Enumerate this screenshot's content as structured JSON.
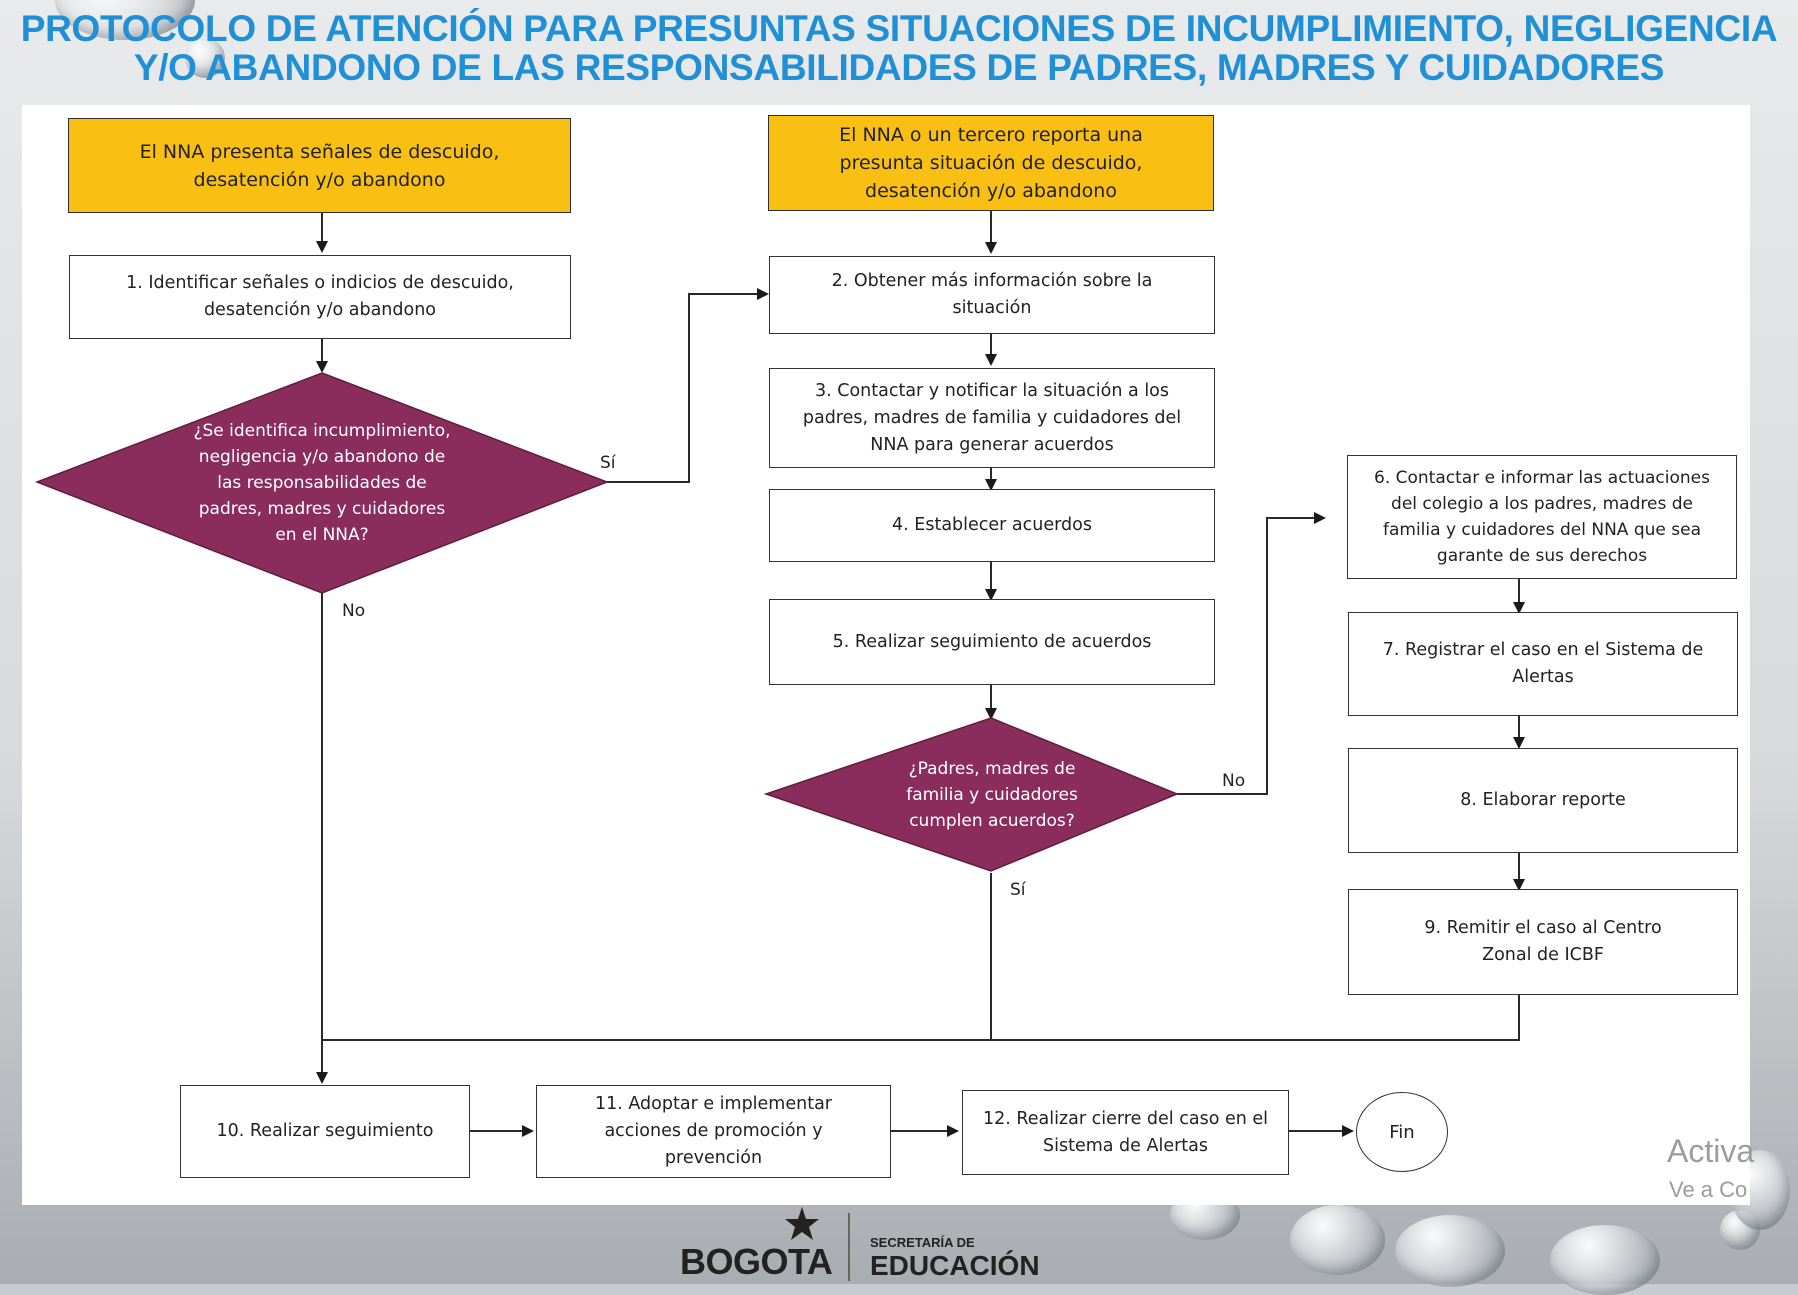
{
  "title": {
    "line1": "PROTOCOLO DE ATENCIÓN PARA PRESUNTAS SITUACIONES DE INCUMPLIMIENTO, NEGLIGENCIA",
    "line2": "Y/O ABANDONO DE LAS RESPONSABILIDADES DE PADRES, MADRES Y CUIDADORES"
  },
  "colors": {
    "title": "#1f8fd6",
    "start_box": "#f9bf12",
    "decision": "#8a2c5c"
  },
  "flow": {
    "start_left": "El NNA presenta señales de descuido, desatención y/o abandono",
    "start_right": "El NNA o un tercero reporta una presunta situación de descuido, desatención y/o abandono",
    "step1": "1. Identificar señales o indicios de descuido, desatención y/o abandono",
    "decision1": "¿Se identifica incumplimiento, negligencia y/o abandono de las responsabilidades de padres, madres y cuidadores en el NNA?",
    "step2": "2. Obtener más información sobre la situación",
    "step3": "3. Contactar y notificar la situación a los padres, madres de familia y cuidadores del NNA para generar acuerdos",
    "step4": "4. Establecer acuerdos",
    "step5": "5. Realizar seguimiento de acuerdos",
    "decision2": "¿Padres, madres de familia y cuidadores cumplen acuerdos?",
    "step6": "6. Contactar e informar las actuaciones del colegio a los padres, madres de familia y cuidadores del NNA que sea garante de sus derechos",
    "step7": "7. Registrar el caso en el Sistema de Alertas",
    "step8": "8. Elaborar reporte",
    "step9": "9. Remitir el caso al Centro Zonal de ICBF",
    "step10": "10. Realizar seguimiento",
    "step11": "11. Adoptar e implementar acciones de promoción y prevención",
    "step12": "12. Realizar cierre del caso en el Sistema de Alertas",
    "end": "Fin",
    "yes1": "Sí",
    "no1": "No",
    "no2": "No",
    "yes2": "Sí"
  },
  "watermark": {
    "line1": "Activa",
    "line2": "Ve a Co"
  },
  "footer": {
    "bogota": "BOGOTA",
    "secretaria": "SECRETARÍA DE",
    "educacion": "EDUCACIÓN"
  }
}
